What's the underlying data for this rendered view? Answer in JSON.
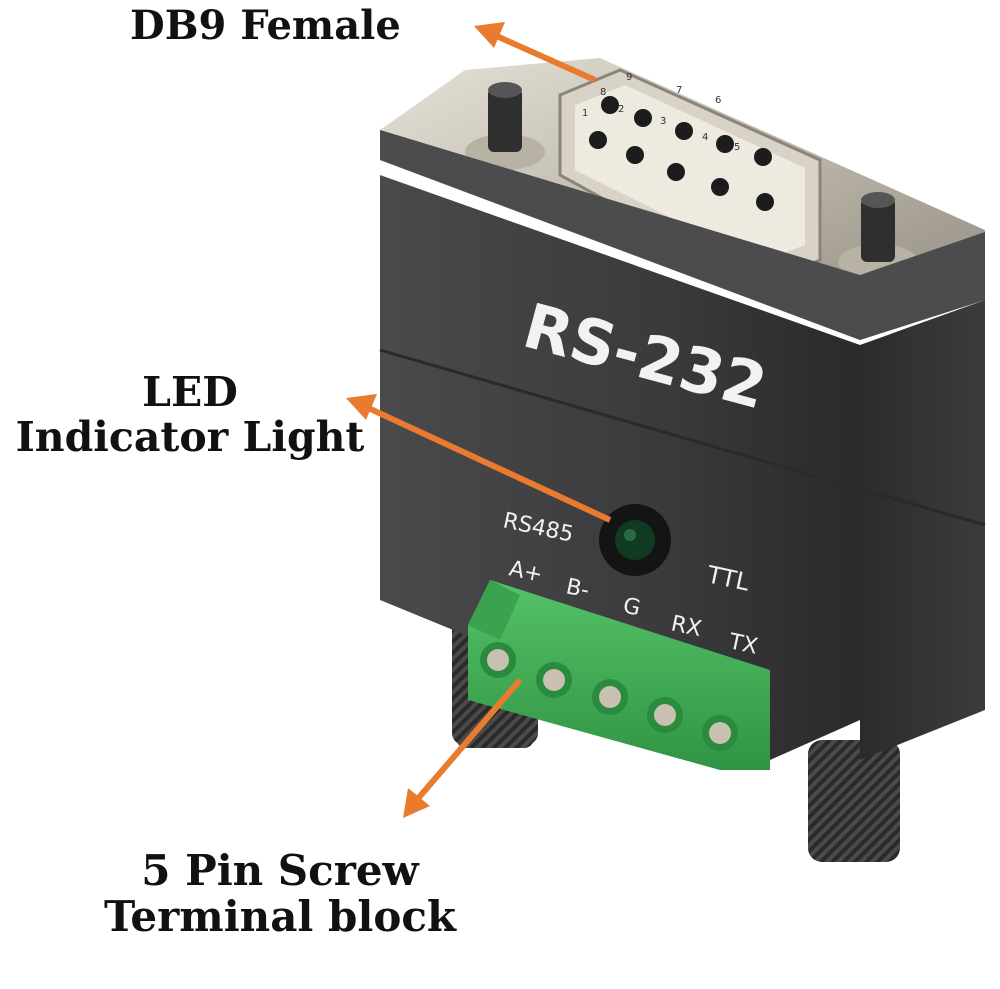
{
  "callouts": {
    "db9": "DB9 Female",
    "led_line1": "LED",
    "led_line2": "Indicator Light",
    "screw_line1": "5 Pin Screw",
    "screw_line2": "Terminal block"
  },
  "device": {
    "model_label": "RS-232",
    "led_label": "RS485",
    "ttl_label": "TTL",
    "terminal_labels": [
      "A+",
      "B-",
      "G",
      "RX",
      "TX"
    ],
    "db9_pin_numbers": [
      "9",
      "8",
      "7",
      "6",
      "5",
      "4",
      "3",
      "2",
      "1"
    ]
  },
  "colors": {
    "arrow": "#e87b2e",
    "housing": "#3b3b3d",
    "terminal_block": "#3fae55",
    "connector_metal": "#c9c4b8",
    "callout_text": "#111111"
  }
}
